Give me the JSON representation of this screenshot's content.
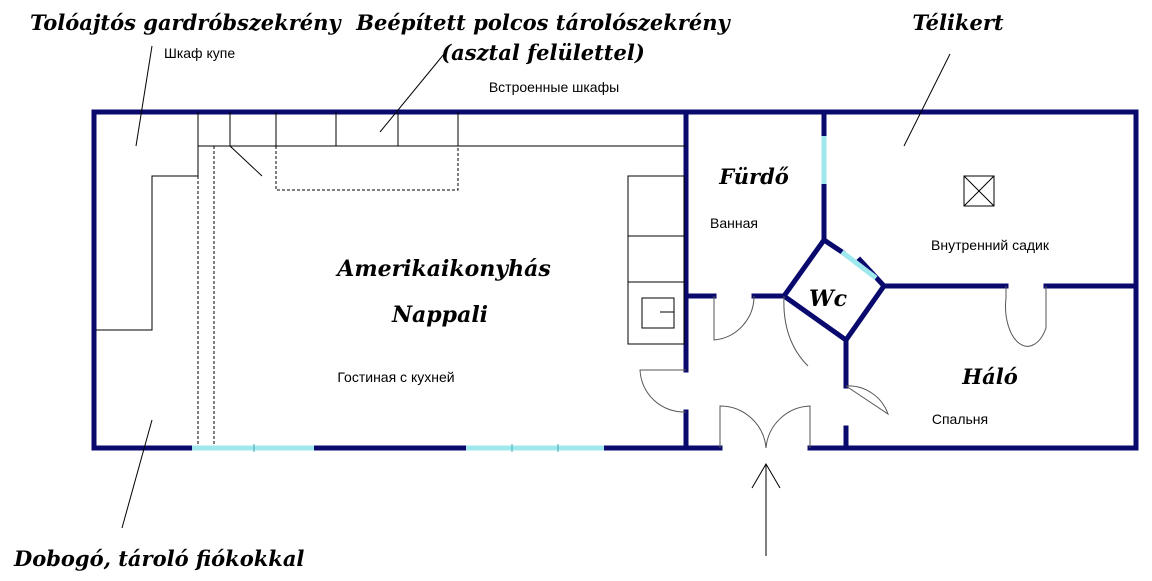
{
  "labels_hu": {
    "wardrobe": "Tolóajtós gardróbszekrény",
    "storage_line1": "Beépített polcos tárolószekrény",
    "storage_line2": "(asztal felülettel)",
    "winter_garden": "Télikert",
    "bathroom": "Fürdő",
    "living_line1": "Amerikaikonyhás",
    "living_line2": "Nappali",
    "wc": "Wc",
    "bedroom": "Háló",
    "platform": "Dobogó, tároló fiókokkal"
  },
  "labels_ru": {
    "wardrobe": "Шкаф купе",
    "storage": "Встроенные шкафы",
    "bathroom": "Ванная",
    "winter_garden": "Внутренний садик",
    "living": "Гостиная с кухней",
    "bedroom": "Спальня"
  },
  "colors": {
    "wall": "#0a0a6e",
    "window": "#9fe8ee",
    "text": "#000000"
  }
}
